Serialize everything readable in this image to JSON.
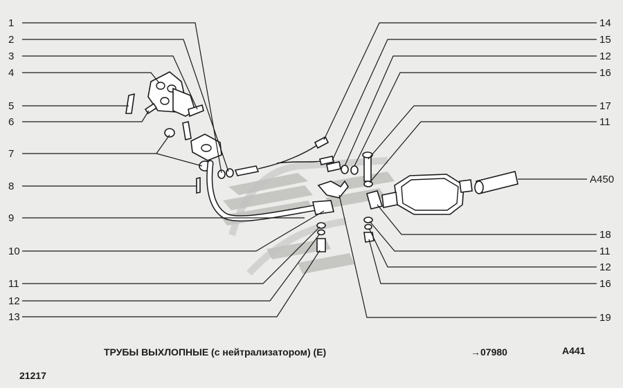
{
  "left_callouts": [
    "1",
    "2",
    "3",
    "4",
    "5",
    "6",
    "7",
    "8",
    "9",
    "10",
    "11",
    "12",
    "13"
  ],
  "right_callouts": [
    "14",
    "15",
    "12",
    "16",
    "17",
    "11",
    "A450",
    "18",
    "11",
    "12",
    "16",
    "19"
  ],
  "footer": {
    "title": "ТРУБЫ ВЫХЛОПНЫЕ (с нейтрализатором) (E)",
    "reference": "→07980",
    "sheet_code": "A441",
    "catalog_number": "21217"
  }
}
